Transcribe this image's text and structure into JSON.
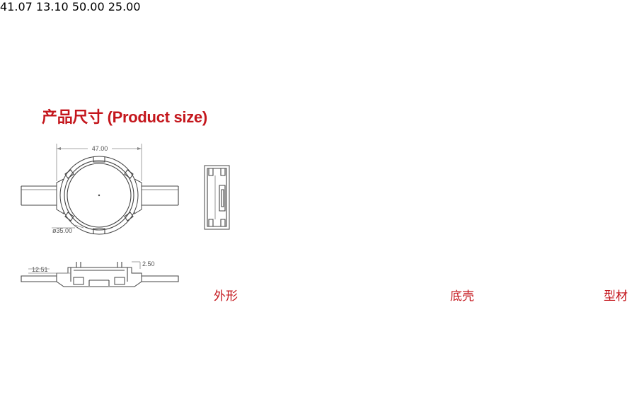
{
  "title": "产品尺寸 (Product size)",
  "dims": {
    "width_top": "47.00",
    "diameter": "ø35.00",
    "height_side": "12.51",
    "clip": "2.50",
    "length": "41.07",
    "shell_depth": "13.10",
    "profile_width": "50.00",
    "profile_height": "25.00"
  },
  "captions": {
    "appearance": "外形",
    "bottom_shell": "底壳",
    "profile": "型材"
  },
  "colors": {
    "accent": "#c4161c",
    "line": "#444444",
    "dimension": "#8a8a8a"
  }
}
